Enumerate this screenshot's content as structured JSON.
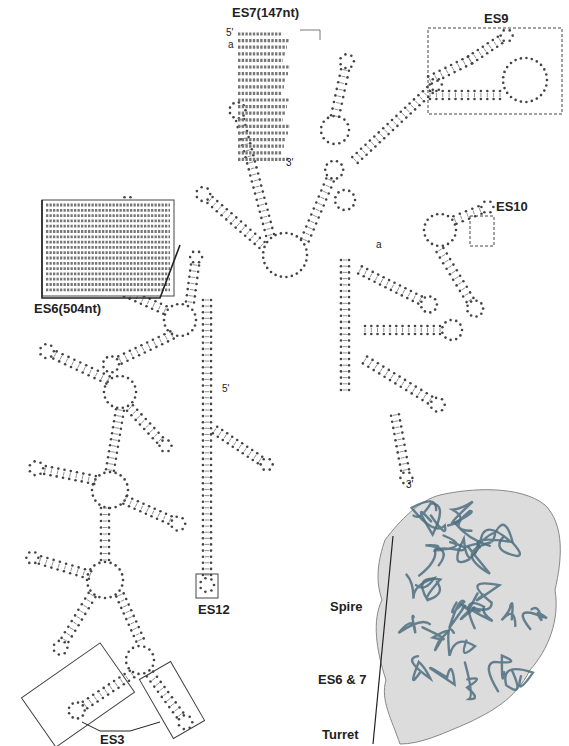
{
  "diagram": {
    "labels": [
      "ES7(147nt)",
      "5'",
      "a",
      "3'",
      "ES6(504nt)",
      "ES9",
      "ES10",
      "a",
      "5'",
      "3'",
      "ES12",
      "ES3",
      "Spire",
      "ES6 & 7",
      "Turret"
    ]
  }
}
